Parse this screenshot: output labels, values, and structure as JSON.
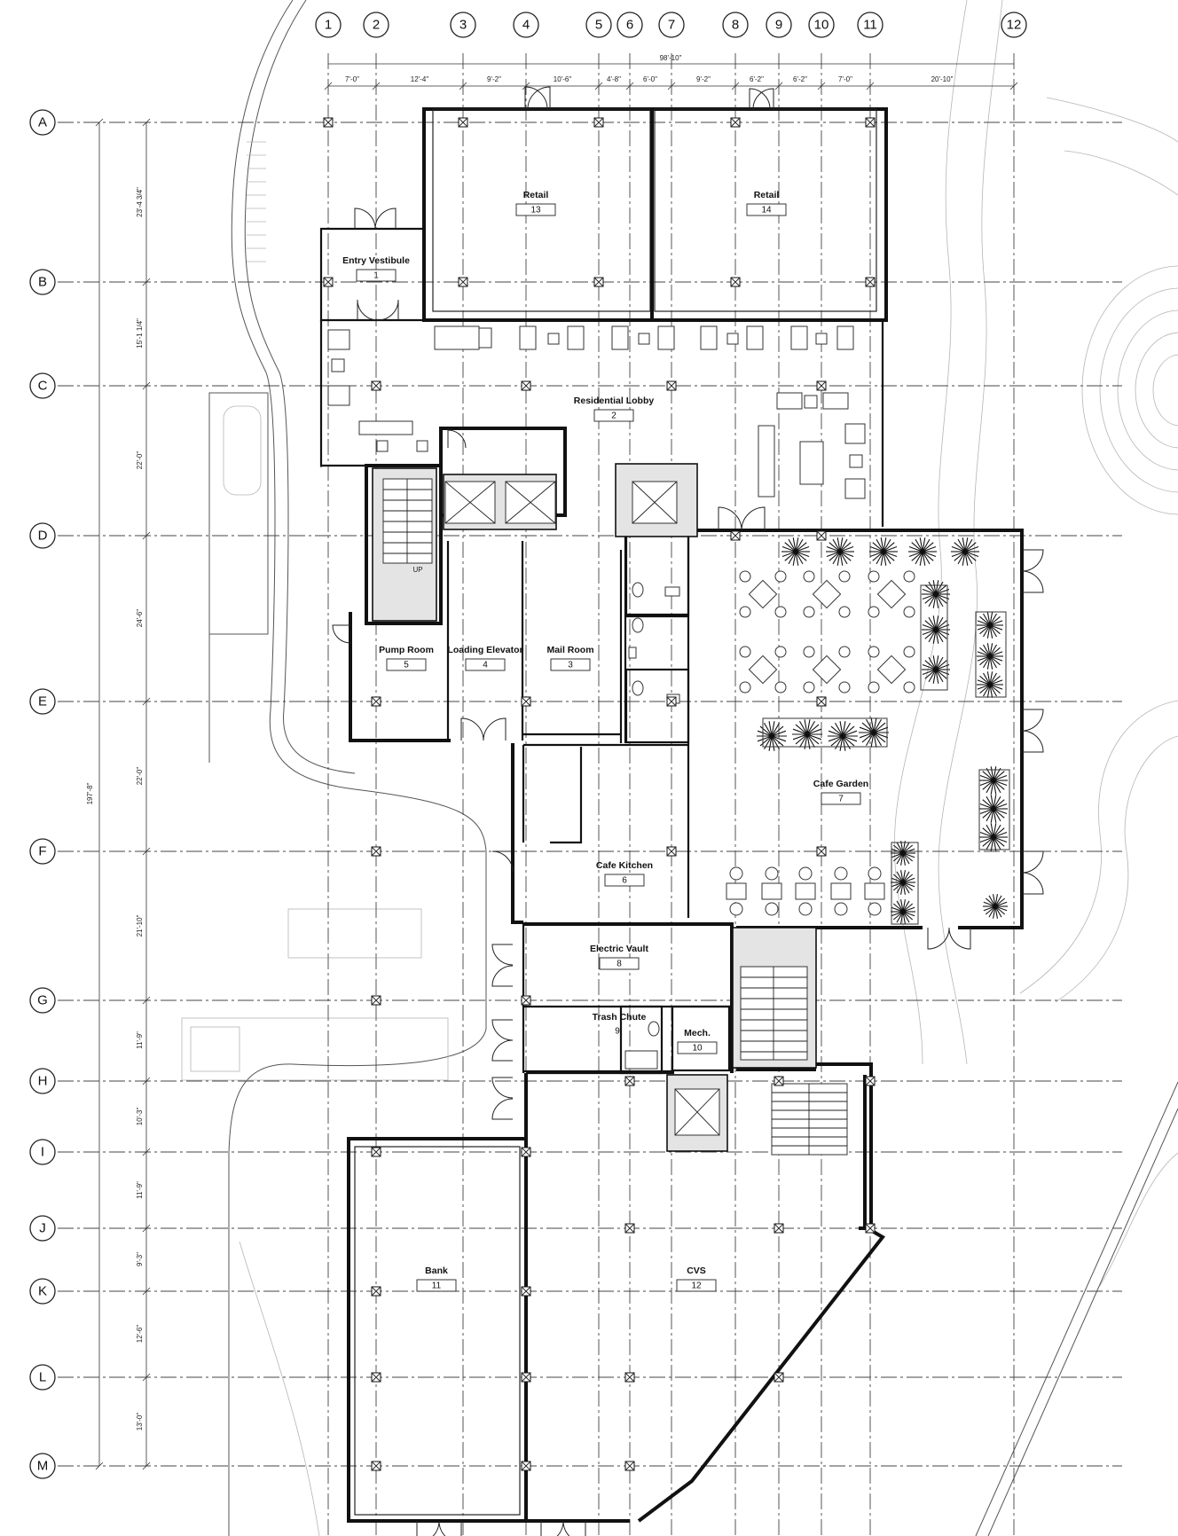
{
  "drawing": {
    "type": "floor plan",
    "overall_dimension": "98'-10\"",
    "up_label": "UP"
  },
  "column_grid": {
    "labels": [
      "1",
      "2",
      "3",
      "4",
      "5",
      "6",
      "7",
      "8",
      "9",
      "10",
      "11",
      "12"
    ]
  },
  "column_dimensions": [
    "7'-0\"",
    "12'-4\"",
    "9'-2\"",
    "10'-6\"",
    "4'-8\"",
    "6'-0\"",
    "9'-2\"",
    "6'-2\"",
    "6'-2\"",
    "7'-0\"",
    "20'-10\""
  ],
  "row_grid": {
    "labels": [
      "A",
      "B",
      "C",
      "D",
      "E",
      "F",
      "G",
      "H",
      "I",
      "J",
      "K",
      "L",
      "M"
    ],
    "overall_dimension": "197'-8\""
  },
  "row_dimensions": [
    "23'-4 3/4\"",
    "15'-1 1/4\"",
    "22'-0\"",
    "24'-6\"",
    "22'-0\"",
    "21'-10\"",
    "11'-9\"",
    "10'-3\"",
    "11'-9\"",
    "9'-3\"",
    "12'-6\"",
    "13'-0\""
  ],
  "rooms": [
    {
      "name": "Retail",
      "number": "13"
    },
    {
      "name": "Retail",
      "number": "14"
    },
    {
      "name": "Entry Vestibule",
      "number": "1"
    },
    {
      "name": "Residential Lobby",
      "number": "2"
    },
    {
      "name": "Pump Room",
      "number": "5"
    },
    {
      "name": "Loading Elevator",
      "number": "4"
    },
    {
      "name": "Mail Room",
      "number": "3"
    },
    {
      "name": "Cafe Garden",
      "number": "7"
    },
    {
      "name": "Cafe Kitchen",
      "number": "6"
    },
    {
      "name": "Electric Vault",
      "number": "8"
    },
    {
      "name": "Trash Chute",
      "number": "9"
    },
    {
      "name": "Mech.",
      "number": "10"
    },
    {
      "name": "Bank",
      "number": "11"
    },
    {
      "name": "CVS",
      "number": "12"
    }
  ]
}
